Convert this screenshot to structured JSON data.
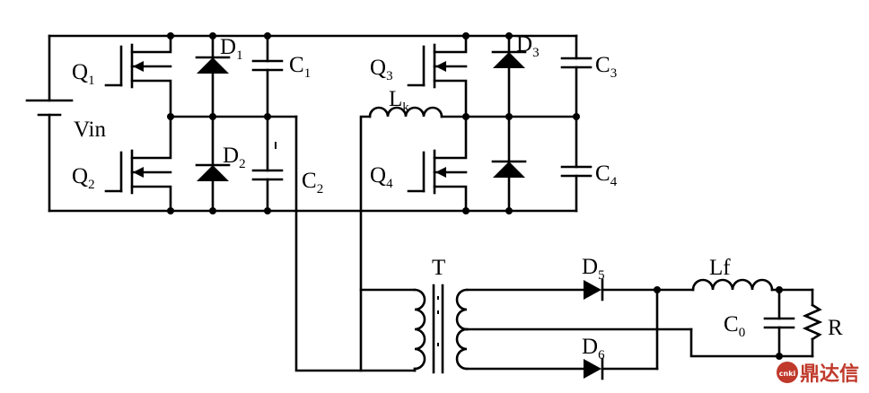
{
  "labels": {
    "q1": {
      "main": "Q",
      "sub": "1"
    },
    "q2": {
      "main": "Q",
      "sub": "2"
    },
    "q3": {
      "main": "Q",
      "sub": "3"
    },
    "q4": {
      "main": "Q",
      "sub": "4"
    },
    "d1": {
      "main": "D",
      "sub": "1"
    },
    "d2": {
      "main": "D",
      "sub": "2"
    },
    "d3": {
      "main": "D",
      "sub": "3"
    },
    "d5": {
      "main": "D",
      "sub": "5"
    },
    "d6": {
      "main": "D",
      "sub": "6"
    },
    "c1": {
      "main": "C",
      "sub": "1"
    },
    "c2": {
      "main": "C",
      "sub": "2"
    },
    "c3": {
      "main": "C",
      "sub": "3"
    },
    "c4": {
      "main": "C",
      "sub": "4"
    },
    "c0": {
      "main": "C",
      "sub": "0"
    },
    "lk": {
      "main": "L",
      "sub": "k"
    },
    "vin": "Vin",
    "t": "T",
    "lf": "Lf",
    "r": "R"
  },
  "watermark": {
    "icon_text": "cnki",
    "text": "鼎达信",
    "color": "#c0392b"
  }
}
